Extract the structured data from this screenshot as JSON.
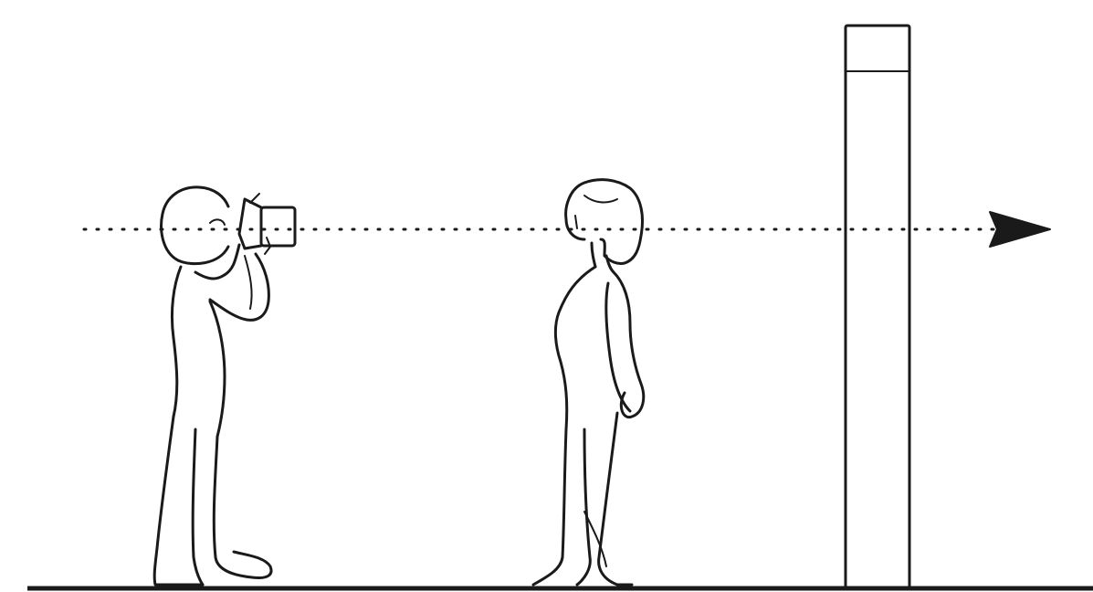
{
  "diagram": {
    "figures": [
      {
        "name": "photographer",
        "description_icon": "person-with-camera-icon"
      },
      {
        "name": "subject",
        "description_icon": "standing-woman-icon"
      }
    ],
    "objects": [
      {
        "name": "measuring-pole",
        "description_icon": "tall-post-icon"
      }
    ],
    "line_of_sight": {
      "style": "dotted",
      "direction": "right"
    },
    "colors": {
      "ink": "#1a1a1a",
      "background": "#ffffff"
    }
  }
}
